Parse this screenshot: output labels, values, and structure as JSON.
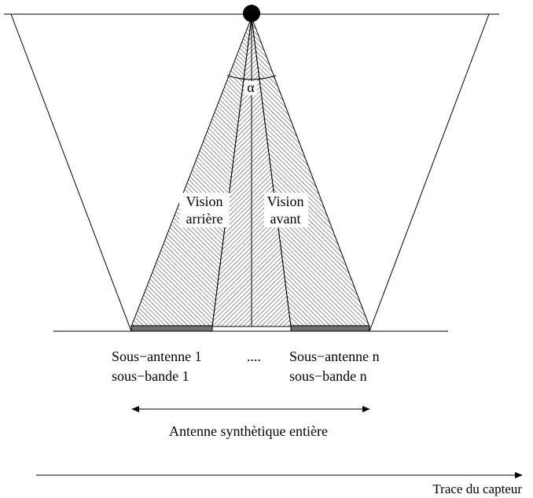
{
  "diagram": {
    "labels": {
      "alpha": "α",
      "vision_rear_1": "Vision",
      "vision_rear_2": "arrière",
      "vision_front_1": "Vision",
      "vision_front_2": "avant",
      "subantenna_1_line1": "Sous−antenne 1",
      "subantenna_1_line2": "sous−bande 1",
      "ellipsis": "....",
      "subantenna_n_line1": "Sous−antenne n",
      "subantenna_n_line2": "sous−bande n",
      "full_antenna": "Antenne synthètique entière",
      "sensor_track": "Trace du capteur"
    },
    "colors": {
      "line": "#000000",
      "subantenna_fill": "#707070",
      "sensor_point": "#000000"
    }
  }
}
